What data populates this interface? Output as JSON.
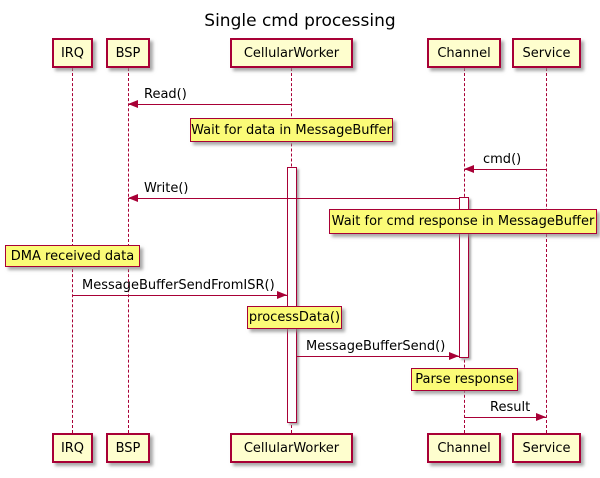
{
  "diagram": {
    "title": "Single cmd processing",
    "participants": [
      {
        "name": "IRQ"
      },
      {
        "name": "BSP"
      },
      {
        "name": "CellularWorker"
      },
      {
        "name": "Channel"
      },
      {
        "name": "Service"
      }
    ],
    "messages": [
      {
        "label": "Read()",
        "from": "CellularWorker",
        "to": "BSP"
      },
      {
        "label": "cmd()",
        "from": "Service",
        "to": "Channel"
      },
      {
        "label": "Write()",
        "from": "Channel",
        "to": "BSP"
      },
      {
        "label": "MessageBufferSendFromISR()",
        "from": "IRQ",
        "to": "CellularWorker"
      },
      {
        "label": "MessageBufferSend()",
        "from": "CellularWorker",
        "to": "Channel"
      },
      {
        "label": "Result",
        "from": "Channel",
        "to": "Service"
      }
    ],
    "notes": [
      {
        "text": "Wait for data in MessageBuffer",
        "over": "CellularWorker"
      },
      {
        "text": "Wait for cmd response in MessageBuffer",
        "over": "Channel"
      },
      {
        "text": "DMA received data",
        "over": "IRQ"
      },
      {
        "text": "processData()",
        "over": "CellularWorker"
      },
      {
        "text": "Parse response",
        "over": "Channel"
      }
    ],
    "colors": {
      "accent": "#A80036",
      "participant_fill": "#FEFECE",
      "note_fill": "#FBFB77",
      "background": "#FFFFFF"
    }
  }
}
